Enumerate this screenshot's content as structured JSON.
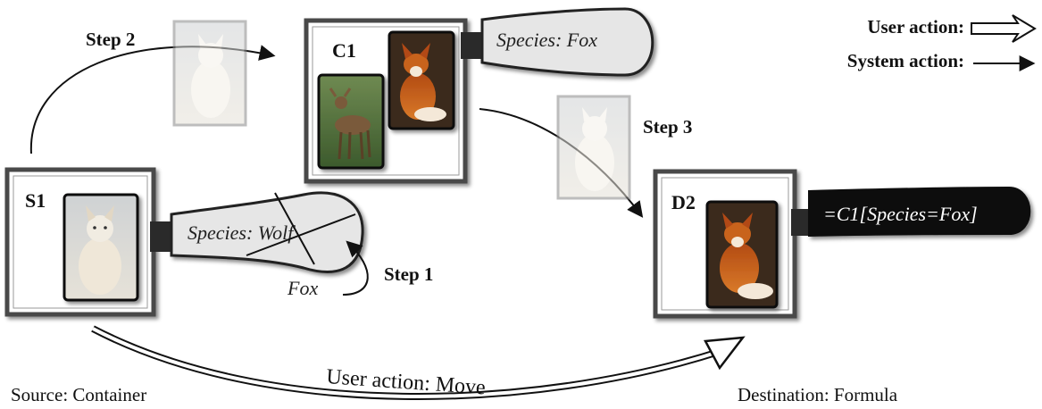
{
  "legend": {
    "user_action_label": "User action:",
    "system_action_label": "System action:"
  },
  "cells": {
    "s1": {
      "label": "S1",
      "tag": "Species: Wolf"
    },
    "c1": {
      "label": "C1",
      "tag": "Species: Fox"
    },
    "d2": {
      "label": "D2",
      "formula": "=C1[Species=Fox]"
    }
  },
  "edit": {
    "replacement": "Fox"
  },
  "steps": {
    "step1": "Step 1",
    "step2": "Step 2",
    "step3": "Step 3"
  },
  "move_label": "User action:  Move",
  "captions": {
    "source": "Source: Container",
    "destination": "Destination: Formula"
  },
  "colors": {
    "tag_fill": "#e6e6e6",
    "formula_fill": "#111111",
    "frame": "#4a4a4a"
  }
}
